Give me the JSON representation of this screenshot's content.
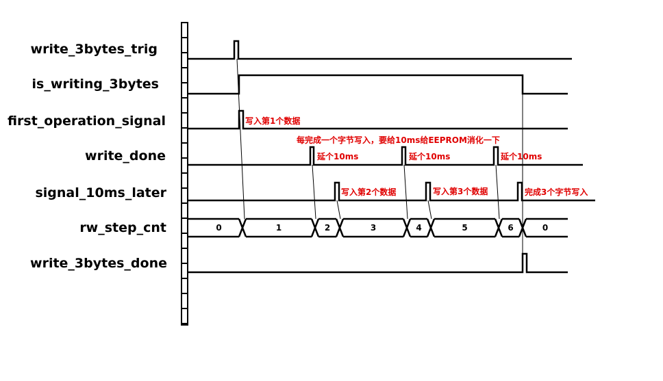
{
  "annotation_color": "#e00000",
  "signals": {
    "write_3bytes_trig": "write_3bytes_trig",
    "is_writing_3bytes": "is_writing_3bytes",
    "first_operation_signal": "first_operation_signal",
    "write_done": "write_done",
    "signal_10ms_later": "signal_10ms_later",
    "rw_step_cnt": "rw_step_cnt",
    "write_3bytes_done": "write_3bytes_done"
  },
  "annotations": {
    "write_byte_1": "写入第1个数据",
    "per_byte_note": "每完成一个字节写入，要给10ms给EEPROM消化一下",
    "delay_1": "延个10ms",
    "delay_2": "延个10ms",
    "delay_3": "延个10ms",
    "write_byte_2": "写入第2个数据",
    "write_byte_3": "写入第3个数据",
    "done_3_bytes": "完成3个字节写入"
  },
  "rw_step_cnt_values": [
    "0",
    "1",
    "2",
    "3",
    "4",
    "5",
    "6",
    "0"
  ]
}
